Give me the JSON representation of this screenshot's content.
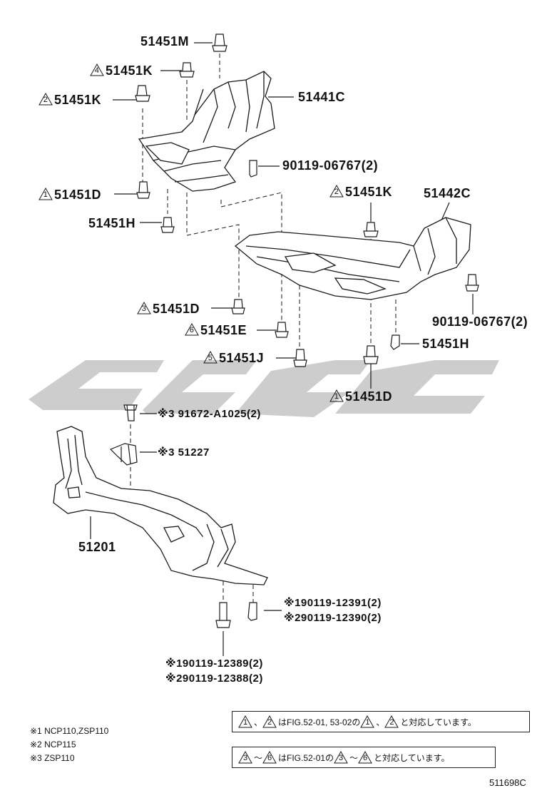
{
  "labels": {
    "p51451M": "51451M",
    "p51451K_4": "51451K",
    "p51451K_2a": "51451K",
    "p51441C": "51441C",
    "p90119_06767_a": "90119-06767(2)",
    "p51451D_1a": "51451D",
    "p51451H_a": "51451H",
    "p51451K_2b": "51451K",
    "p51442C": "51442C",
    "p90119_06767_b": "90119-06767(2)",
    "p51451D_3": "51451D",
    "p51451E_6": "51451E",
    "p51451H_b": "51451H",
    "p51451J_5": "51451J",
    "p51451D_1b": "51451D",
    "p91672": "※3 91672-A1025(2)",
    "p51227": "※3 51227",
    "p51201": "51201",
    "p90119_12391": "※190119-12391(2)",
    "p90119_12390": "※290119-12390(2)",
    "p90119_12389": "※190119-12389(2)",
    "p90119_12388": "※290119-12388(2)"
  },
  "triangles": {
    "t4": "4",
    "t2a": "2",
    "t1a": "1",
    "t2b": "2",
    "t3": "3",
    "t6": "6",
    "t5": "5",
    "t1b": "1"
  },
  "notes": {
    "n1": "※1 NCP110,ZSP110",
    "n2": "※2 NCP115",
    "n3": "※3 ZSP110"
  },
  "box1": {
    "tri_a": "1",
    "sep": "、",
    "tri_b": "2",
    "text1": "はFIG.52-01, 53-02の",
    "tri_c": "1",
    "sep2": "、",
    "tri_d": "2",
    "text2": "と対応しています。"
  },
  "box2": {
    "tri_a": "3",
    "sep": "～",
    "tri_b": "6",
    "text1": "はFIG.52-01の",
    "tri_c": "3",
    "sep2": "～",
    "tri_d": "6",
    "text2": "と対応しています。"
  },
  "diagram_code": "511698C",
  "colors": {
    "line": "#1a1a1a",
    "watermark": "#c8c8c8"
  }
}
